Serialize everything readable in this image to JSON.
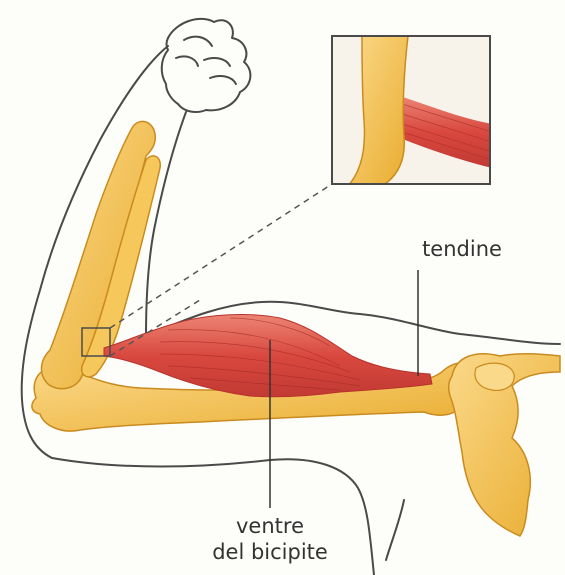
{
  "labels": {
    "tendine": "tendine",
    "ventre_line1": "ventre",
    "ventre_line2": "del bicipite"
  },
  "colors": {
    "background": "#fdfdfa",
    "bone": "#f2be43",
    "bone_light": "#fbd98a",
    "muscle": "#de5a4f",
    "muscle_dark": "#b8322c",
    "outline": "#4a4a4a"
  }
}
